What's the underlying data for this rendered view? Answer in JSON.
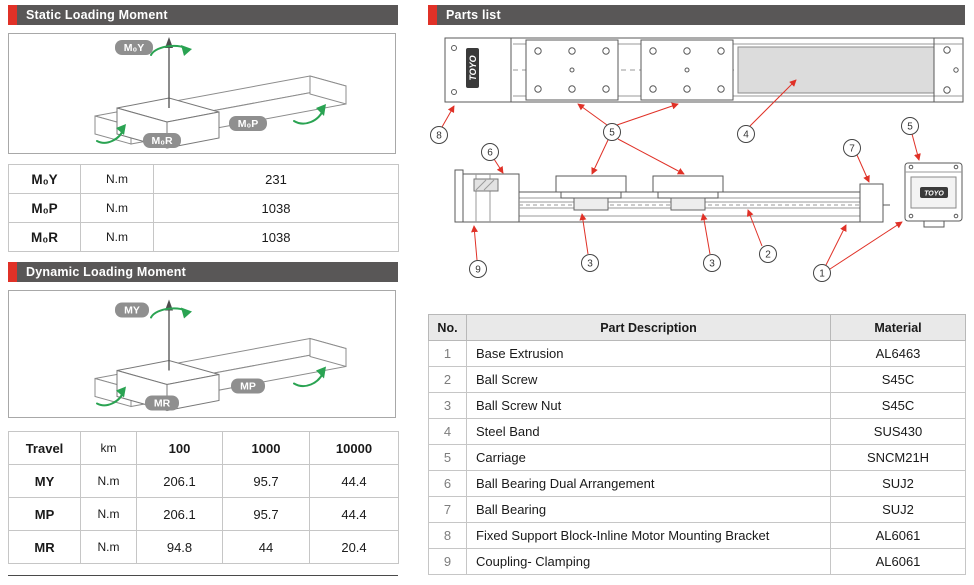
{
  "colors": {
    "accent_red": "#e03127",
    "header_gray": "#595757",
    "diagram_green": "#2aa352",
    "table_header_bg": "#e9e9e9",
    "steel_band_fill": "#dcdcdc"
  },
  "left": {
    "static": {
      "title": "Static Loading Moment",
      "labels": {
        "yaw": "M₀Y",
        "pitch": "M₀P",
        "roll": "M₀R"
      },
      "table": {
        "rows": [
          {
            "label": "M₀Y",
            "unit": "N.m",
            "value": "231"
          },
          {
            "label": "M₀P",
            "unit": "N.m",
            "value": "1038"
          },
          {
            "label": "M₀R",
            "unit": "N.m",
            "value": "1038"
          }
        ]
      }
    },
    "dynamic": {
      "title": "Dynamic Loading Moment",
      "labels": {
        "yaw": "MY",
        "pitch": "MP",
        "roll": "MR"
      },
      "table": {
        "header": {
          "c0": "Travel",
          "c1": "km",
          "c2": "100",
          "c3": "1000",
          "c4": "10000"
        },
        "rows": [
          {
            "c0": "MY",
            "c1": "N.m",
            "c2": "206.1",
            "c3": "95.7",
            "c4": "44.4"
          },
          {
            "c0": "MP",
            "c1": "N.m",
            "c2": "206.1",
            "c3": "95.7",
            "c4": "44.4"
          },
          {
            "c0": "MR",
            "c1": "N.m",
            "c2": "94.8",
            "c3": "44",
            "c4": "20.4"
          }
        ]
      }
    }
  },
  "right": {
    "title": "Parts list",
    "drawing": {
      "brand": "TOYO",
      "callouts": [
        "8",
        "6",
        "5",
        "4",
        "7",
        "5",
        "9",
        "3",
        "3",
        "2",
        "1"
      ]
    },
    "table": {
      "headers": {
        "no": "No.",
        "desc": "Part Description",
        "material": "Material"
      },
      "rows": [
        {
          "no": "1",
          "desc": "Base Extrusion",
          "material": "AL6463"
        },
        {
          "no": "2",
          "desc": "Ball Screw",
          "material": "S45C"
        },
        {
          "no": "3",
          "desc": "Ball Screw Nut",
          "material": "S45C"
        },
        {
          "no": "4",
          "desc": "Steel Band",
          "material": "SUS430"
        },
        {
          "no": "5",
          "desc": "Carriage",
          "material": "SNCM21H"
        },
        {
          "no": "6",
          "desc": "Ball Bearing Dual Arrangement",
          "material": "SUJ2"
        },
        {
          "no": "7",
          "desc": "Ball Bearing",
          "material": "SUJ2"
        },
        {
          "no": "8",
          "desc": "Fixed Support Block-Inline Motor Mounting Bracket",
          "material": "AL6061"
        },
        {
          "no": "9",
          "desc": "Coupling- Clamping",
          "material": "AL6061"
        }
      ]
    }
  }
}
